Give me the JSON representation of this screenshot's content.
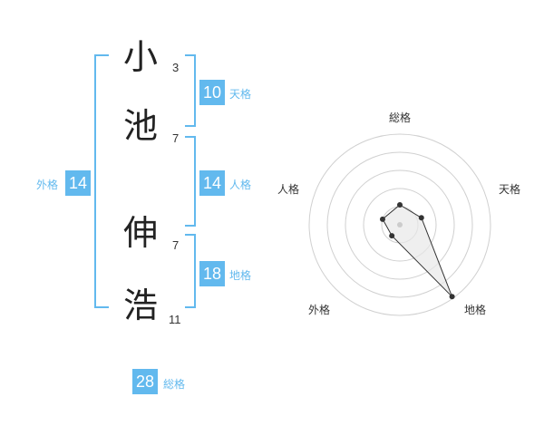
{
  "name": {
    "chars": [
      {
        "char": "小",
        "strokes": "3"
      },
      {
        "char": "池",
        "strokes": "7"
      },
      {
        "char": "伸",
        "strokes": "7"
      },
      {
        "char": "浩",
        "strokes": "11"
      }
    ]
  },
  "fortune": {
    "tenkaku": {
      "value": "10",
      "label": "天格"
    },
    "jinkaku": {
      "value": "14",
      "label": "人格"
    },
    "chikaku": {
      "value": "18",
      "label": "地格"
    },
    "gaikaku": {
      "value": "14",
      "label": "外格"
    },
    "soukaku": {
      "value": "28",
      "label": "総格"
    }
  },
  "colors": {
    "accent": "#62b9ee",
    "text": "#222222",
    "radar_ring": "#d0d0d0",
    "radar_fill": "#e8e8e8",
    "radar_point": "#333333"
  },
  "radar": {
    "labels": [
      "総格",
      "天格",
      "地格",
      "外格",
      "人格"
    ],
    "values": [
      0.22,
      0.25,
      0.98,
      0.15,
      0.2
    ]
  }
}
